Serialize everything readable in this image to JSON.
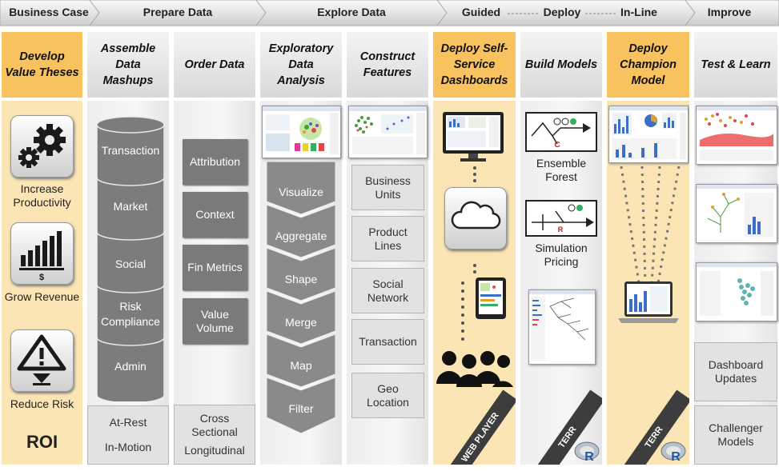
{
  "stages": {
    "business_case": "Business Case",
    "prepare_data": "Prepare Data",
    "explore_data": "Explore Data",
    "guided": "Guided",
    "deploy": "Deploy",
    "inline": "In-Line",
    "improve": "Improve"
  },
  "columns": {
    "develop": {
      "title": "Develop Value Theses",
      "items": [
        "Increase Productivity",
        "Grow Revenue",
        "Reduce Risk"
      ],
      "footer": "ROI"
    },
    "assemble": {
      "title": "Assemble Data Mashups",
      "stack": [
        "Transaction",
        "Market",
        "Social",
        "Risk Compliance",
        "Admin"
      ],
      "footer": [
        "At-Rest",
        "In-Motion"
      ]
    },
    "order": {
      "title": "Order Data",
      "boxes": [
        "Attribution",
        "Context",
        "Fin Metrics",
        "Value Volume"
      ],
      "footer": [
        "Cross Sectional",
        "Longitudinal"
      ]
    },
    "exploratory": {
      "title": "Exploratory Data Analysis",
      "steps": [
        "Visualize",
        "Aggregate",
        "Shape",
        "Merge",
        "Map",
        "Filter"
      ]
    },
    "construct": {
      "title": "Construct Features",
      "boxes": [
        "Business Units",
        "Product Lines",
        "Social Network",
        "Transaction",
        "Geo Location"
      ]
    },
    "dashboards": {
      "title": "Deploy Self-Service Dashboards",
      "banner": "WEB PLAYER"
    },
    "build": {
      "title": "Build Models",
      "labels": [
        "Ensemble Forest",
        "Simulation Pricing"
      ],
      "banner": "TERR"
    },
    "champion": {
      "title": "Deploy Champion Model",
      "banner": "TERR"
    },
    "test": {
      "title": "Test & Learn",
      "boxes": [
        "Dashboard Updates",
        "Challenger Models"
      ]
    }
  },
  "colors": {
    "accent_yellow": "#f8c25e",
    "light_yellow": "#fbe5b5",
    "dark_grey": "#7a7a7a"
  }
}
